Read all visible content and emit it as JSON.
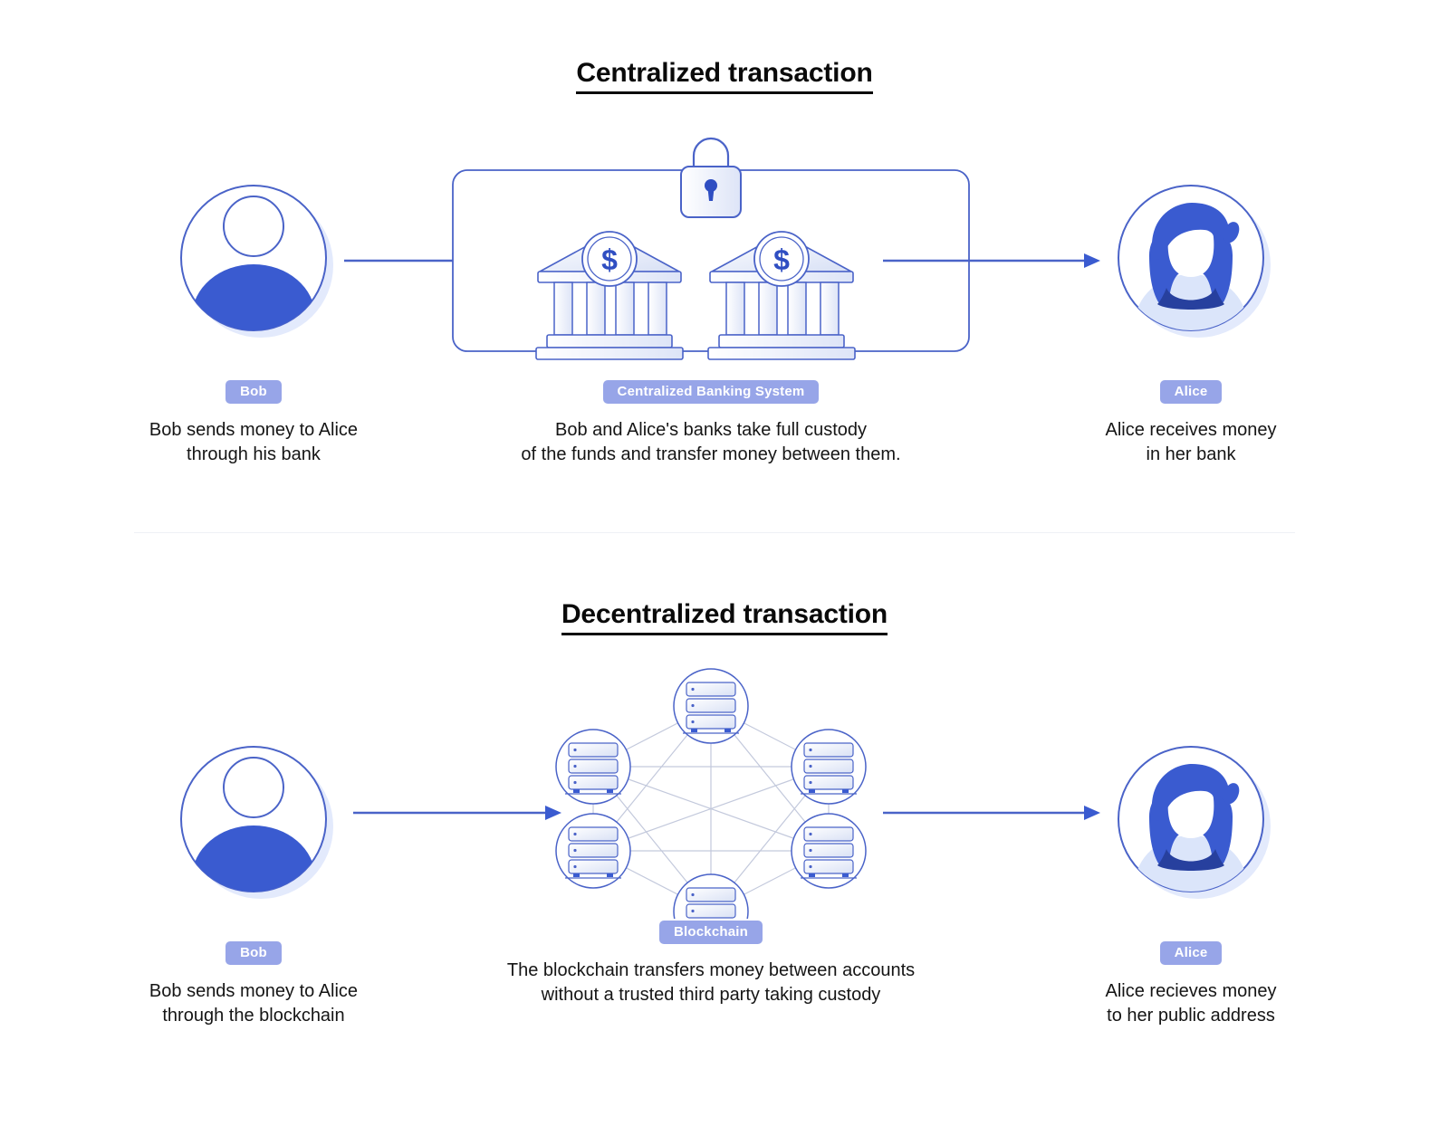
{
  "diagram": {
    "background": "#ffffff",
    "accent_blue": "#3a5bd0",
    "outline_blue": "#4a63c8",
    "badge_bg": "#97a5e8",
    "light_blue": "#dfe6fb",
    "line_gray": "#c9cede"
  },
  "sections": [
    {
      "id": "centralized",
      "title": "Centralized transaction",
      "steps": [
        {
          "id": "bob",
          "icon": "person-avatar-male-icon",
          "badge": "Bob",
          "caption": "Bob sends money to Alice\nthrough his bank"
        },
        {
          "id": "banks",
          "icon": "banks-with-lock-icon",
          "badge": "Centralized Banking System",
          "caption": "Bob and Alice's banks take full custody\nof the funds and transfer money between them."
        },
        {
          "id": "alice",
          "icon": "person-avatar-female-icon",
          "badge": "Alice",
          "caption": "Alice receives money\nin her bank"
        }
      ]
    },
    {
      "id": "decentralized",
      "title": "Decentralized transaction",
      "steps": [
        {
          "id": "bob",
          "icon": "person-avatar-male-icon",
          "badge": "Bob",
          "caption": "Bob sends money to Alice\nthrough the blockchain"
        },
        {
          "id": "blockchain",
          "icon": "server-network-icon",
          "badge": "Blockchain",
          "caption": "The blockchain transfers money between accounts\nwithout a trusted third party taking custody"
        },
        {
          "id": "alice",
          "icon": "person-avatar-female-icon",
          "badge": "Alice",
          "caption": "Alice recieves money\nto her public address"
        }
      ]
    }
  ],
  "bank_symbol": "$",
  "node_count": 6
}
